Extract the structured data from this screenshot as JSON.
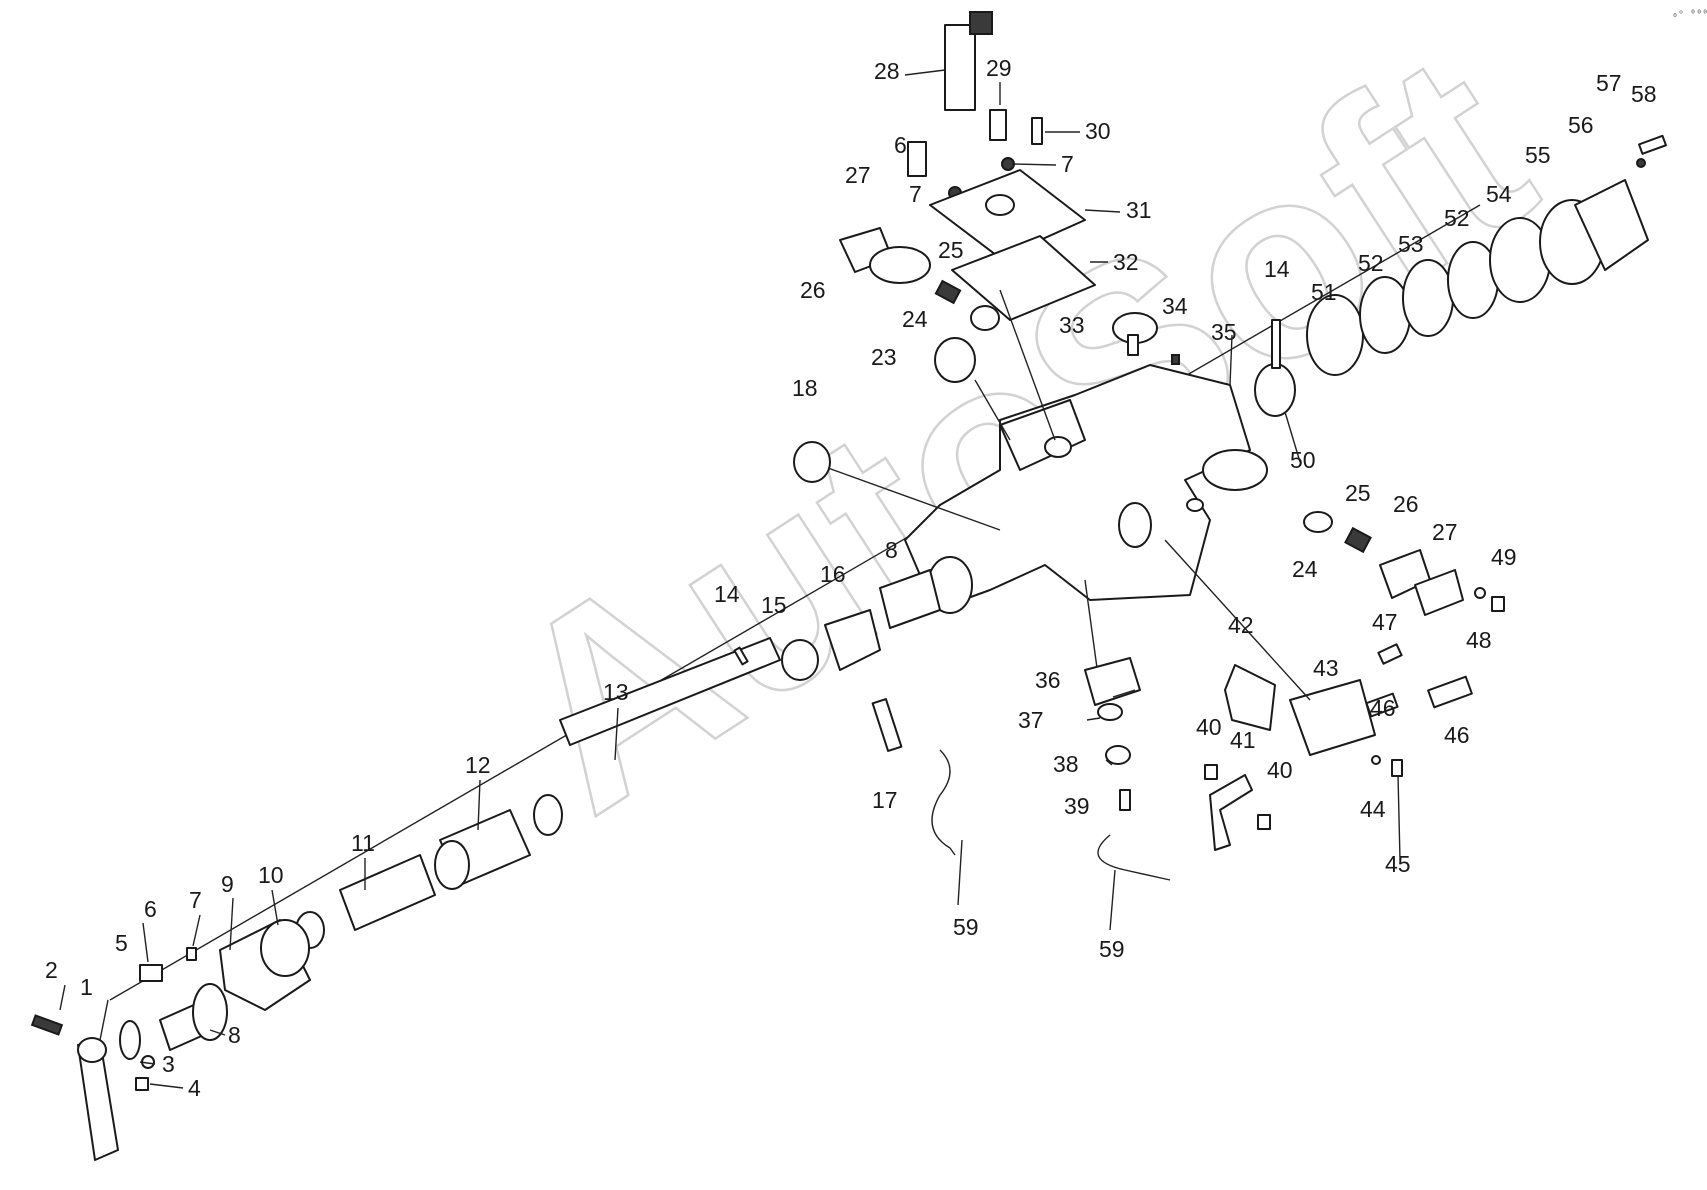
{
  "watermark": "AutoSoft",
  "corner_mark": "₀ᵒ ⁰⁰⁰",
  "callouts": [
    {
      "num": "1"
    },
    {
      "num": "2"
    },
    {
      "num": "3"
    },
    {
      "num": "4"
    },
    {
      "num": "5"
    },
    {
      "num": "6"
    },
    {
      "num": "7"
    },
    {
      "num": "8"
    },
    {
      "num": "9"
    },
    {
      "num": "10"
    },
    {
      "num": "11"
    },
    {
      "num": "12"
    },
    {
      "num": "13"
    },
    {
      "num": "14"
    },
    {
      "num": "15"
    },
    {
      "num": "16"
    },
    {
      "num": "17"
    },
    {
      "num": "18"
    },
    {
      "num": "23"
    },
    {
      "num": "24"
    },
    {
      "num": "25"
    },
    {
      "num": "26"
    },
    {
      "num": "27"
    },
    {
      "num": "6"
    },
    {
      "num": "7"
    },
    {
      "num": "28"
    },
    {
      "num": "29"
    },
    {
      "num": "30"
    },
    {
      "num": "7"
    },
    {
      "num": "31"
    },
    {
      "num": "32"
    },
    {
      "num": "33"
    },
    {
      "num": "34"
    },
    {
      "num": "35"
    },
    {
      "num": "14"
    },
    {
      "num": "51"
    },
    {
      "num": "52"
    },
    {
      "num": "53"
    },
    {
      "num": "52"
    },
    {
      "num": "54"
    },
    {
      "num": "55"
    },
    {
      "num": "56"
    },
    {
      "num": "57"
    },
    {
      "num": "58"
    },
    {
      "num": "50"
    },
    {
      "num": "25"
    },
    {
      "num": "26"
    },
    {
      "num": "27"
    },
    {
      "num": "24"
    },
    {
      "num": "49"
    },
    {
      "num": "48"
    },
    {
      "num": "47"
    },
    {
      "num": "8"
    },
    {
      "num": "36"
    },
    {
      "num": "37"
    },
    {
      "num": "38"
    },
    {
      "num": "39"
    },
    {
      "num": "42"
    },
    {
      "num": "43"
    },
    {
      "num": "46"
    },
    {
      "num": "46"
    },
    {
      "num": "40"
    },
    {
      "num": "41"
    },
    {
      "num": "40"
    },
    {
      "num": "44"
    },
    {
      "num": "45"
    },
    {
      "num": "59"
    },
    {
      "num": "59"
    }
  ]
}
